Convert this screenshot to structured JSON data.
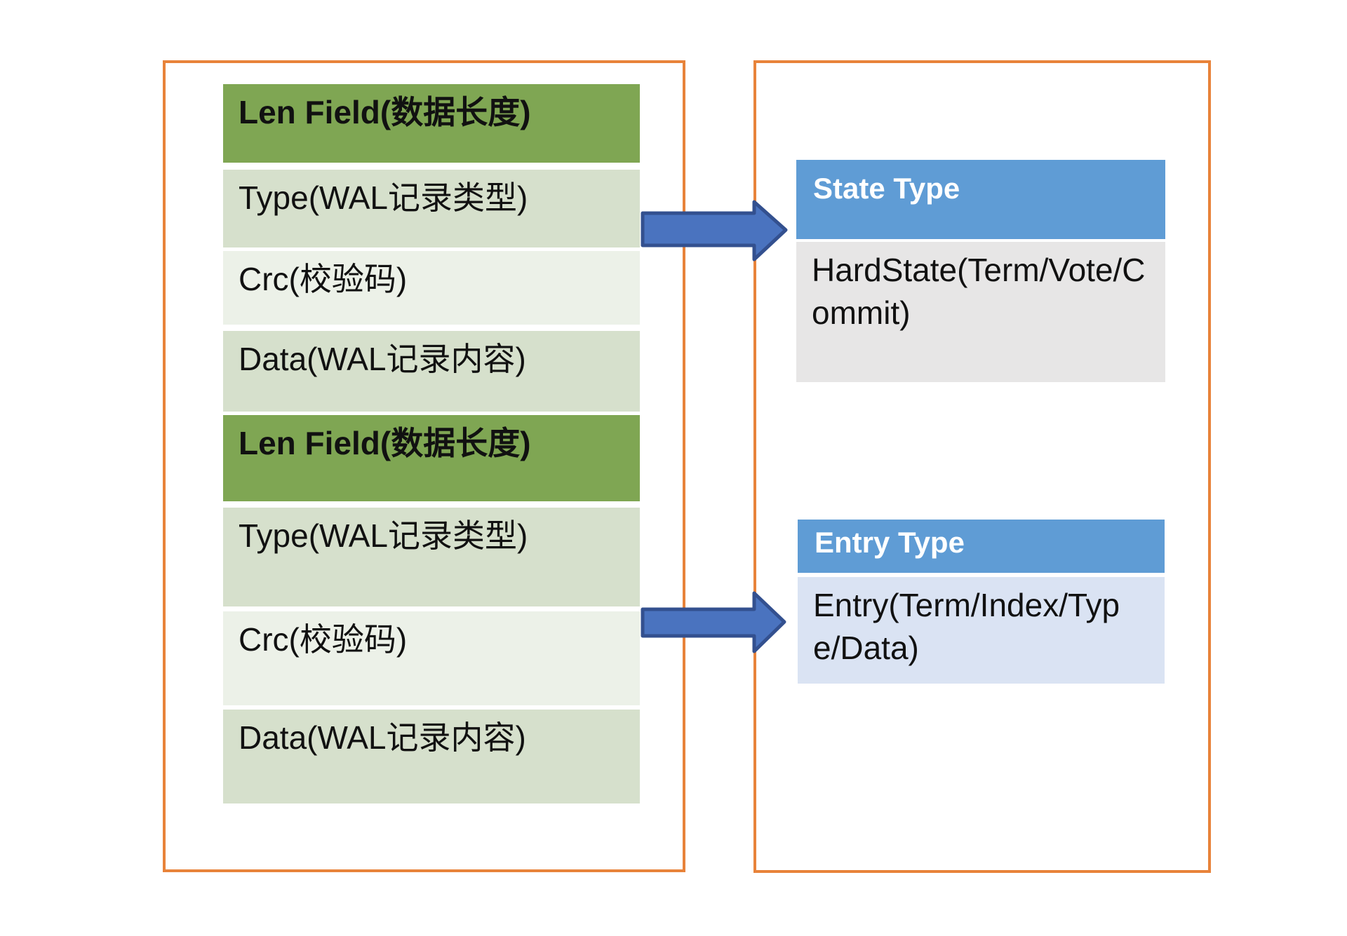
{
  "left_panel": {
    "rows": [
      {
        "label": "Len Field(数据长度)",
        "kind": "header"
      },
      {
        "label": "Type(WAL记录类型)",
        "kind": "light"
      },
      {
        "label": "Crc(校验码)",
        "kind": "pale"
      },
      {
        "label": "Data(WAL记录内容)",
        "kind": "light"
      },
      {
        "label": "Len Field(数据长度)",
        "kind": "header"
      },
      {
        "label": "Type(WAL记录类型)",
        "kind": "light"
      },
      {
        "label": "Crc(校验码)",
        "kind": "pale"
      },
      {
        "label": "Data(WAL记录内容)",
        "kind": "light"
      }
    ]
  },
  "right_panel": {
    "state_box": {
      "title": "State Type",
      "body": "HardState(Term/Vote/Commit)"
    },
    "entry_box": {
      "title": "Entry Type",
      "body": "Entry(Term/Index/Type/Data)"
    }
  },
  "icons": {
    "arrow_top": "right-block-arrow",
    "arrow_bottom": "right-block-arrow"
  },
  "colors": {
    "frame_orange": "#e8833a",
    "header_green": "#7fa653",
    "row_light_green": "#d6e0cc",
    "row_pale_green": "#ecf1e8",
    "header_blue": "#5f9cd5",
    "state_body_gray": "#e7e6e6",
    "entry_body_blue": "#dae3f3",
    "arrow_fill": "#4a73bf",
    "arrow_stroke": "#33508f"
  }
}
